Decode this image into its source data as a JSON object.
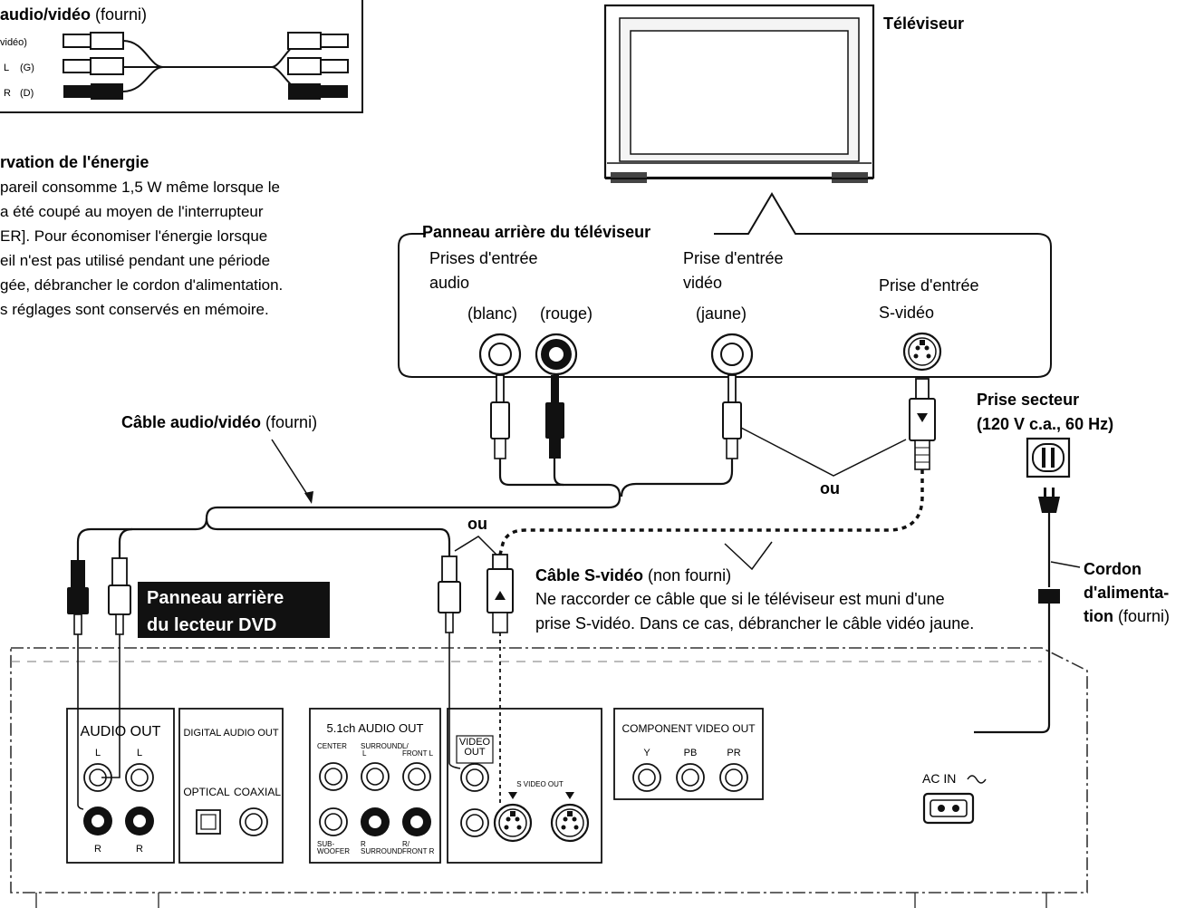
{
  "top_box": {
    "title_bold": "audio/vidéo",
    "title_rest": "(fourni)",
    "rows": [
      "vidéo)",
      "(G)",
      "(D)"
    ],
    "row_letters": [
      "L",
      "R"
    ]
  },
  "energy": {
    "title": "rvation de l'énergie",
    "lines": [
      "pareil consomme 1,5 W même lorsque le",
      "a été coupé au moyen de l'interrupteur",
      "ER]. Pour économiser l'énergie lorsque",
      "eil n'est pas utilisé pendant une période",
      "gée, débrancher le cordon d'alimentation.",
      "s réglages sont conservés en mémoire."
    ]
  },
  "tv": {
    "label": "Téléviseur",
    "panel_title": "Panneau arrière du téléviseur",
    "audio_in": [
      "Prises d'entrée",
      "audio"
    ],
    "video_in": [
      "Prise d'entrée",
      "vidéo"
    ],
    "svideo_in": [
      "Prise d'entrée",
      "S-vidéo"
    ],
    "white": "(blanc)",
    "red": "(rouge)",
    "yellow": "(jaune)"
  },
  "cables": {
    "av_bold": "Câble audio/vidéo",
    "av_rest": "(fourni)",
    "ou1": "ou",
    "ou2": "ou",
    "svideo_bold": "Câble S-vidéo",
    "svideo_rest": "(non fourni)",
    "note_line1": "Ne raccorder ce câble que si le téléviseur est muni d'une",
    "note_line2": "prise S-vidéo. Dans ce cas, débrancher le câble vidéo jaune."
  },
  "power": {
    "outlet_line1": "Prise secteur",
    "outlet_line2": "(120 V c.a., 60 Hz)",
    "cord_line1": "Cordon",
    "cord_line2": "d'alimenta-",
    "cord_line3": "tion",
    "cord_rest": "(fourni)"
  },
  "dvd": {
    "label_line1": "Panneau arrière",
    "label_line2": "du lecteur DVD",
    "audio_out": "AUDIO OUT",
    "L": "L",
    "R": "R",
    "digital": "DIGITAL AUDIO OUT",
    "optical": "OPTICAL",
    "coaxial": "COAXIAL",
    "ch51": "5.1ch AUDIO OUT",
    "center": "CENTER",
    "surround_l": [
      "SURROUND",
      "L"
    ],
    "front_l": [
      "L/",
      "FRONT L"
    ],
    "subwoofer": [
      "SUB-",
      "WOOFER"
    ],
    "surround_r": [
      "R",
      "SURROUND"
    ],
    "front_r": [
      "R/",
      "FRONT R"
    ],
    "video_out": [
      "VIDEO",
      "OUT"
    ],
    "svideo_out": "S VIDEO OUT",
    "component": "COMPONENT VIDEO OUT",
    "y": "Y",
    "pb": "PB",
    "pr": "PR",
    "ac_in": "AC IN"
  }
}
